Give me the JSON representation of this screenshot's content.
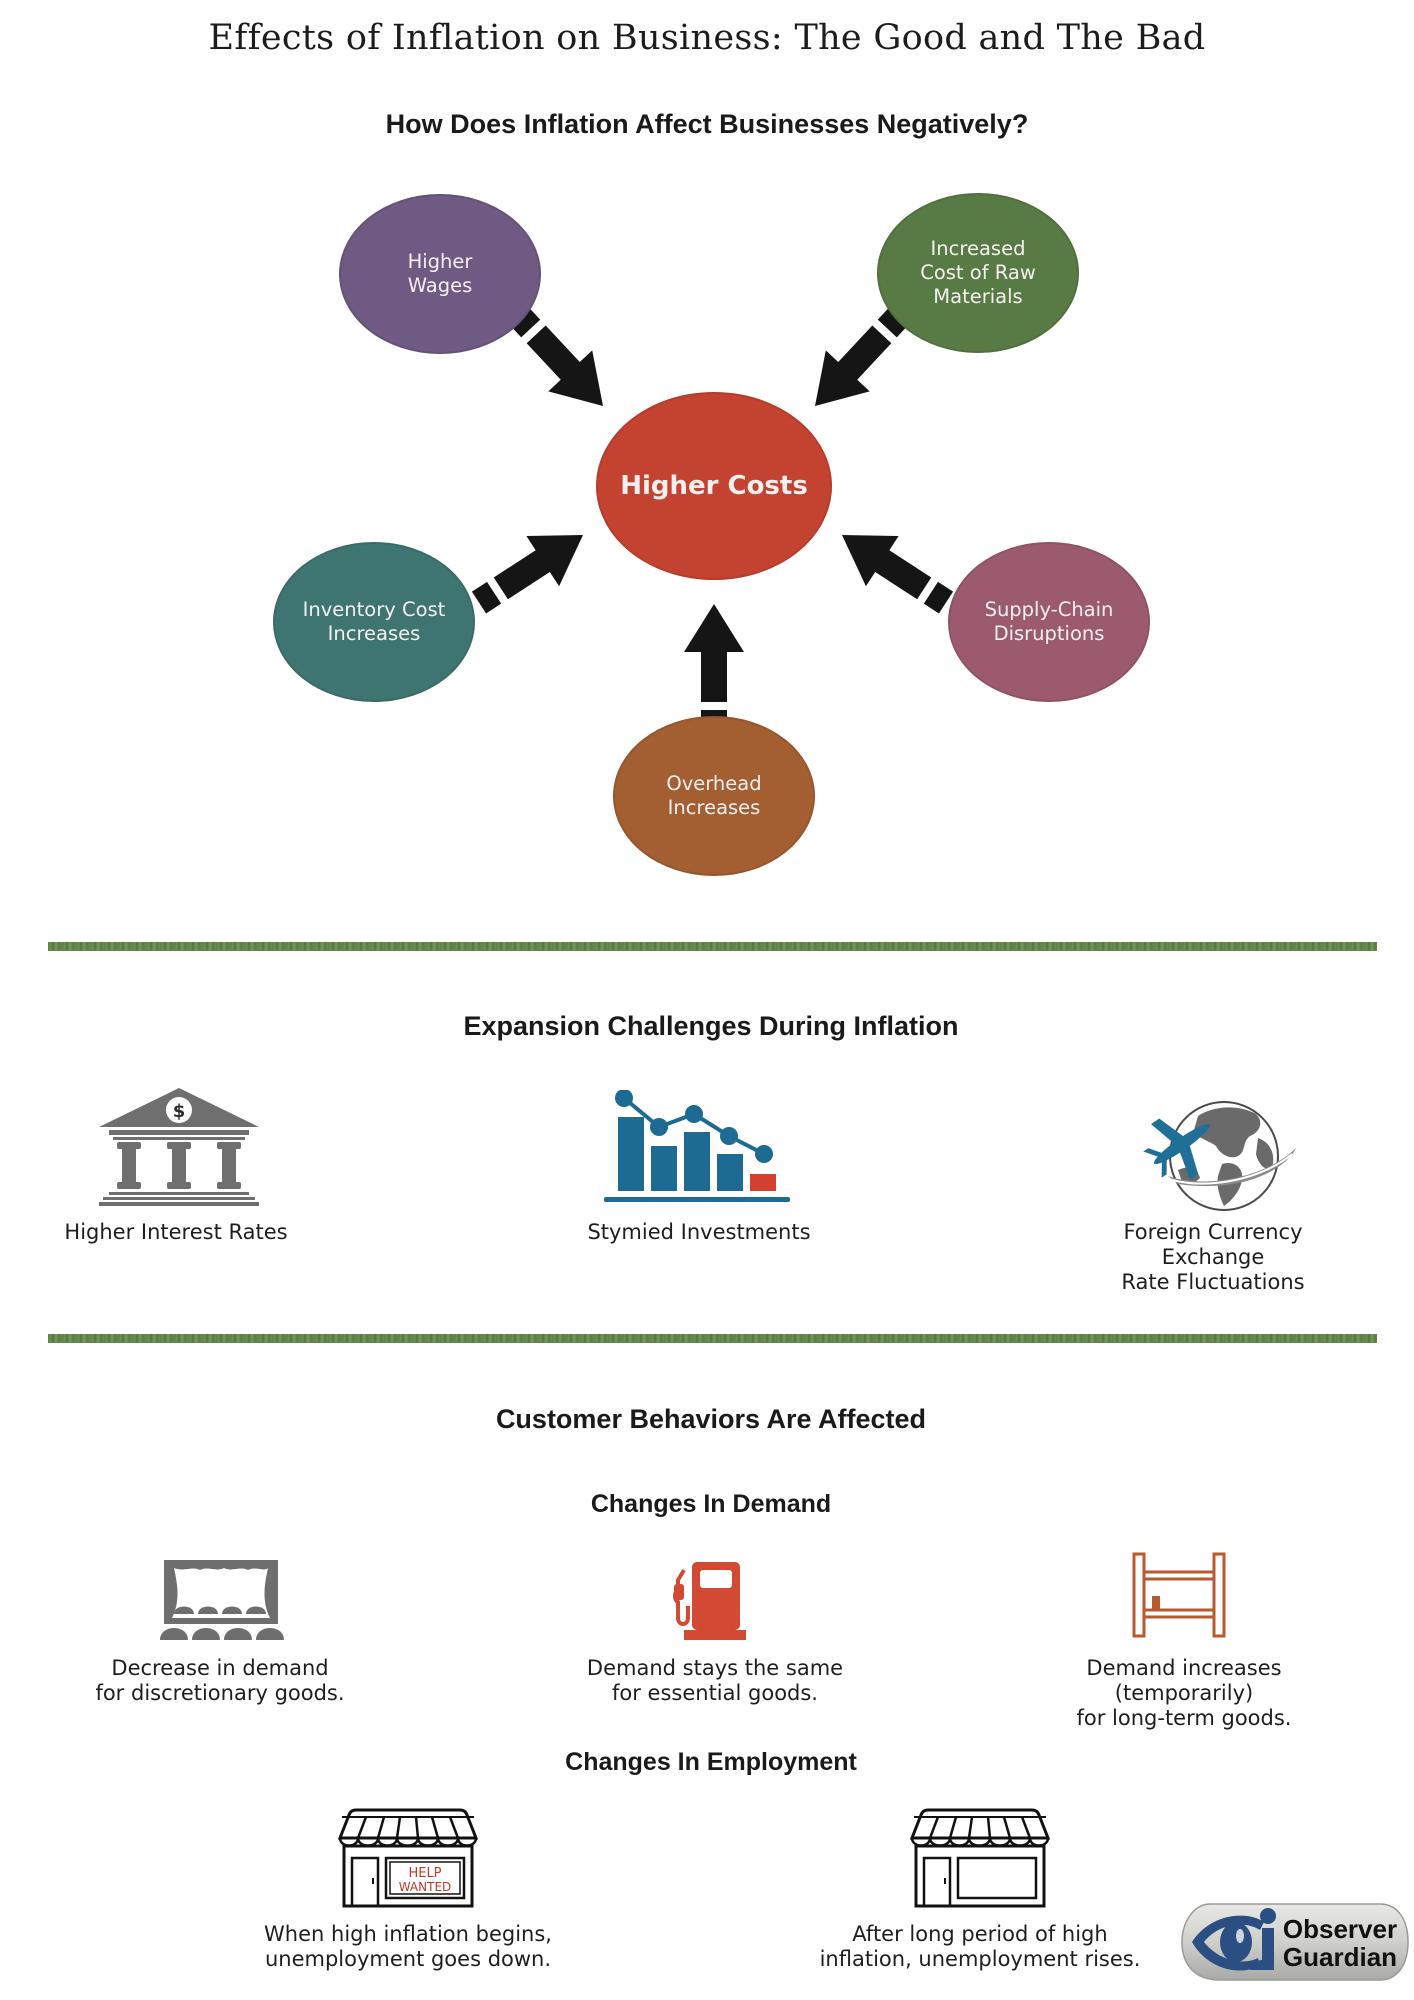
{
  "title": "Effects of Inflation on Business: The Good and The Bad",
  "negative_section": {
    "heading": "How Does Inflation Affect Businesses Negatively?",
    "center": {
      "label": "Higher Costs",
      "color": "#c44330"
    },
    "causes": [
      {
        "label": "Higher\nWages",
        "color": "#6e5a82"
      },
      {
        "label": "Increased\nCost of Raw\nMaterials",
        "color": "#587a44"
      },
      {
        "label": "Inventory Cost\nIncreases",
        "color": "#3f7570"
      },
      {
        "label": "Supply-Chain\nDisruptions",
        "color": "#9c5a6e"
      },
      {
        "label": "Overhead\nIncreases",
        "color": "#a35e32"
      }
    ],
    "arrow_color": "#151515"
  },
  "expansion_section": {
    "heading": "Expansion Challenges During Inflation",
    "items": [
      {
        "icon": "bank-dollar-icon",
        "label": "Higher Interest Rates"
      },
      {
        "icon": "declining-bar-chart-icon",
        "label": "Stymied Investments"
      },
      {
        "icon": "globe-airplane-icon",
        "label": "Foreign Currency Exchange\nRate Fluctuations"
      }
    ]
  },
  "customer_section": {
    "heading": "Customer Behaviors Are Affected",
    "demand": {
      "heading": "Changes In Demand",
      "items": [
        {
          "icon": "theater-icon",
          "label": "Decrease in demand\nfor discretionary goods."
        },
        {
          "icon": "gas-pump-icon",
          "label": "Demand stays the same\nfor essential goods."
        },
        {
          "icon": "bookshelf-icon",
          "label": "Demand increases (temporarily)\nfor long-term goods."
        }
      ]
    },
    "employment": {
      "heading": "Changes In Employment",
      "items": [
        {
          "icon": "storefront-help-wanted-icon",
          "sign_text_1": "HELP",
          "sign_text_2": "WANTED",
          "label": "When high inflation begins,\nunemployment goes down."
        },
        {
          "icon": "storefront-icon",
          "label": "After long period of high\ninflation, unemployment rises."
        }
      ]
    }
  },
  "logo": {
    "line1": "Observer",
    "line2": "Guardian",
    "color": "#2b4f82"
  },
  "colors": {
    "divider": "#62844b",
    "bank_gray": "#6f6f6f",
    "chart_blue": "#1d6a93",
    "chart_red": "#d4402f",
    "pump_red": "#d24a33",
    "shelf_brown": "#b85a2e",
    "theater_gray": "#6e6e6e",
    "plane_blue": "#1f6f96"
  }
}
